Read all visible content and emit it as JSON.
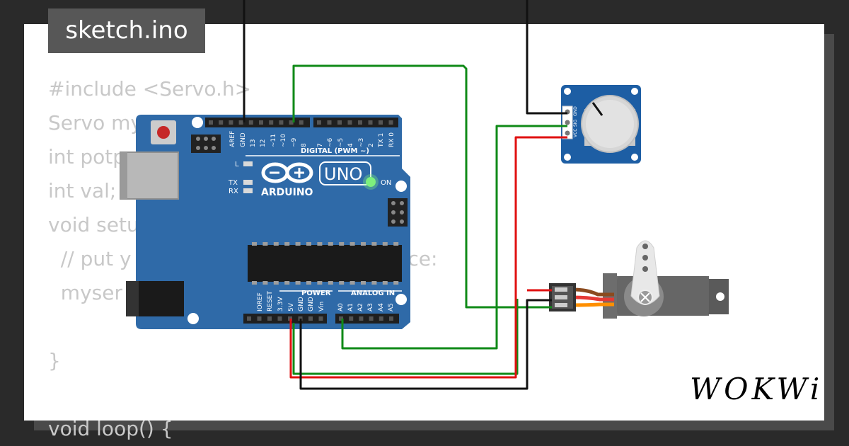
{
  "title_tab": "sketch.ino",
  "code_lines": [
    "#include <Servo.h>",
    "Servo my",
    "int potp",
    "int val;",
    "void setu",
    "  // put y                                     n once:",
    "  myser",
    "",
    "}",
    "",
    "void loop() {"
  ],
  "arduino": {
    "logo_text": "ARDUINO",
    "model": "UNO",
    "digital_label": "DIGITAL (PWM ~)",
    "on_label": "ON",
    "l_label": "L",
    "tx_label": "TX",
    "rx_label": "RX",
    "power_label": "POWER",
    "analog_label": "ANALOG IN",
    "digital_pins": [
      "AREF",
      "GND",
      "13",
      "12",
      "~11",
      "~10",
      "~9",
      "8",
      "7",
      "~6",
      "~5",
      "4",
      "~3",
      "2",
      "TX 1",
      "RX 0"
    ],
    "power_pins": [
      "IOREF",
      "RESET",
      "3.3V",
      "5V",
      "GND",
      "GND",
      "Vin"
    ],
    "analog_pins": [
      "A0",
      "A1",
      "A2",
      "A3",
      "A4",
      "A5"
    ]
  },
  "potentiometer": {
    "pins": [
      "GND",
      "SIG",
      "VCC"
    ]
  },
  "brand": "WOKWi",
  "colors": {
    "board": "#2f6aa8",
    "wire_green": "#0f8a17",
    "wire_red": "#e01010",
    "wire_black": "#111111",
    "led_green": "#7df07d",
    "pot_board": "#1d5ea4"
  }
}
